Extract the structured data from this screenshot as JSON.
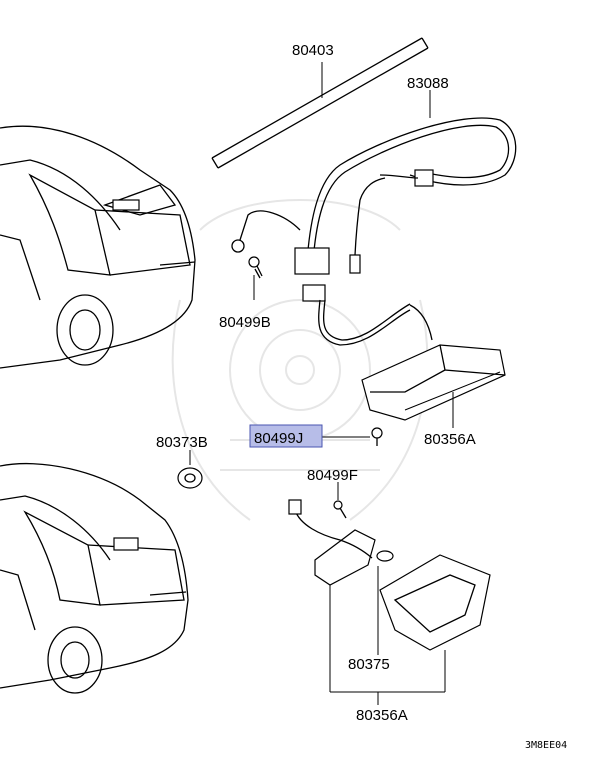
{
  "diagram": {
    "labels": {
      "p80403": "80403",
      "p83088": "83088",
      "p80499B": "80499B",
      "p80356A_top": "80356A",
      "p80499J": "80499J",
      "p80373B": "80373B",
      "p80499F": "80499F",
      "p80375": "80375",
      "p80356A_bottom": "80356A"
    },
    "highlight_color": "#b7bde8",
    "drawing_code": "3M8EE04"
  }
}
